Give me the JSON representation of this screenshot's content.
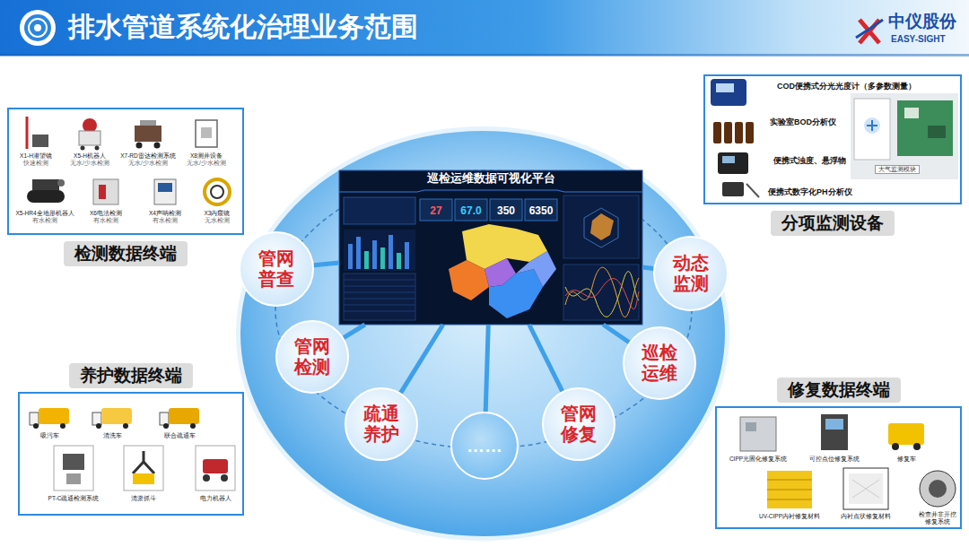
{
  "diagram": {
    "title": "排水管道系统化治理业务范围",
    "nodes": [
      {
        "text": [
          "检测数据终端"
        ]
      },
      {
        "text": [
          "分项监测设备"
        ]
      },
      {
        "text": [
          "巡检运维数据可视化平台"
        ]
      },
      {
        "text": [
          "管网普查"
        ]
      },
      {
        "text": [
          "动态监测"
        ]
      },
      {
        "text": [
          "管网检测"
        ]
      },
      {
        "text": [
          "巡检运维"
        ]
      },
      {
        "text": [
          "疏通养护"
        ]
      },
      {
        "text": [
          "……"
        ]
      },
      {
        "text": [
          "管网修复"
        ]
      },
      {
        "text": [
          "养护数据终端"
        ]
      },
      {
        "text": [
          "修复数据终端"
        ]
      }
    ],
    "edges": [
      {
        "from": 2,
        "to": 3,
        "arrow": "none"
      },
      {
        "from": 2,
        "to": 4,
        "arrow": "none"
      },
      {
        "from": 2,
        "to": 5,
        "arrow": "none"
      },
      {
        "from": 2,
        "to": 6,
        "arrow": "none"
      },
      {
        "from": 2,
        "to": 7,
        "arrow": "none"
      },
      {
        "from": 2,
        "to": 8,
        "arrow": "none"
      },
      {
        "from": 2,
        "to": 9,
        "arrow": "none"
      }
    ],
    "labels": [
      "中仪股份",
      "EASY-SIGHT",
      "27",
      "67.0",
      "350",
      "6350",
      "X1-H潜望镜",
      "快速检测",
      "X5-H机器人",
      "无水/少水检测",
      "X7-RD雷达检测系统",
      "无水/少水检测",
      "X8测井设备",
      "无水/少水检测",
      "X5-HR4全地形机器人",
      "有水检测",
      "X6电法检测",
      "有水检测",
      "X4声呐检测",
      "有水检测",
      "X3内窥镜",
      "无水检测",
      "COD便携式分光光度计（多参数测量）",
      "实验室BOD分析仪",
      "便携式浊度、悬浮物",
      "便携式数字化PH分析仪",
      "大气监测模块",
      "吸污车",
      "清洗车",
      "联合疏通车",
      "PT-C疏通检测系统",
      "清淤抓斗",
      "电力机器人",
      "CIPP光固化修复系统",
      "可控点位修复系统",
      "修复车",
      "UV-CIPP内衬修复材料",
      "内衬点状修复材料",
      "检查井非开挖修复系统"
    ]
  }
}
